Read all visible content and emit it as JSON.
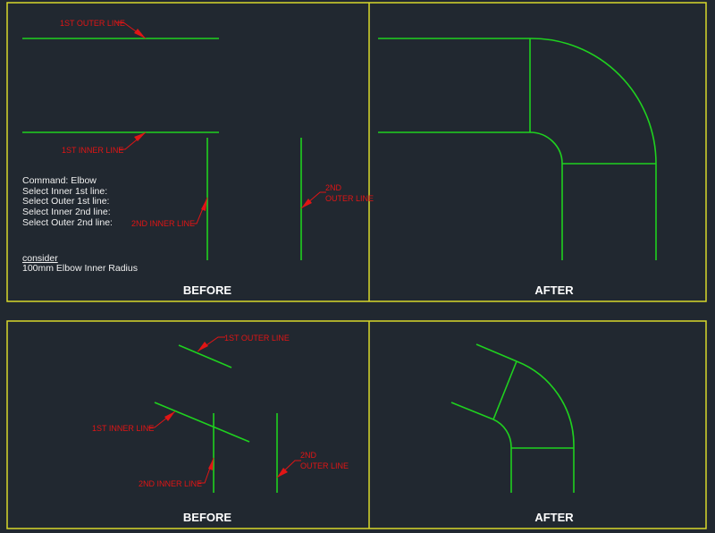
{
  "colors": {
    "background": "#212830",
    "frame": "#d8d82a",
    "lines": "#1fd11f",
    "labels": "#e01515",
    "text": "#f0f0f0"
  },
  "panels": {
    "top_before": {
      "title": "BEFORE",
      "labels": {
        "outer1": "1ST OUTER LINE",
        "inner1": "1ST INNER LINE",
        "inner2": "2ND INNER LINE",
        "outer2_a": "2ND",
        "outer2_b": "OUTER LINE"
      },
      "command_lines": [
        "Command: Elbow",
        "Select Inner 1st line:",
        "Select Outer 1st line:",
        "Select Inner 2nd line:",
        "Select Outer 2nd line:"
      ],
      "note_heading": "consider",
      "note_text": "100mm Elbow Inner Radius"
    },
    "top_after": {
      "title": "AFTER"
    },
    "bottom_before": {
      "title": "BEFORE",
      "labels": {
        "outer1": "1ST OUTER LINE",
        "inner1": "1ST INNER LINE",
        "inner2": "2ND INNER LINE",
        "outer2_a": "2ND",
        "outer2_b": "OUTER LINE"
      }
    },
    "bottom_after": {
      "title": "AFTER"
    }
  }
}
